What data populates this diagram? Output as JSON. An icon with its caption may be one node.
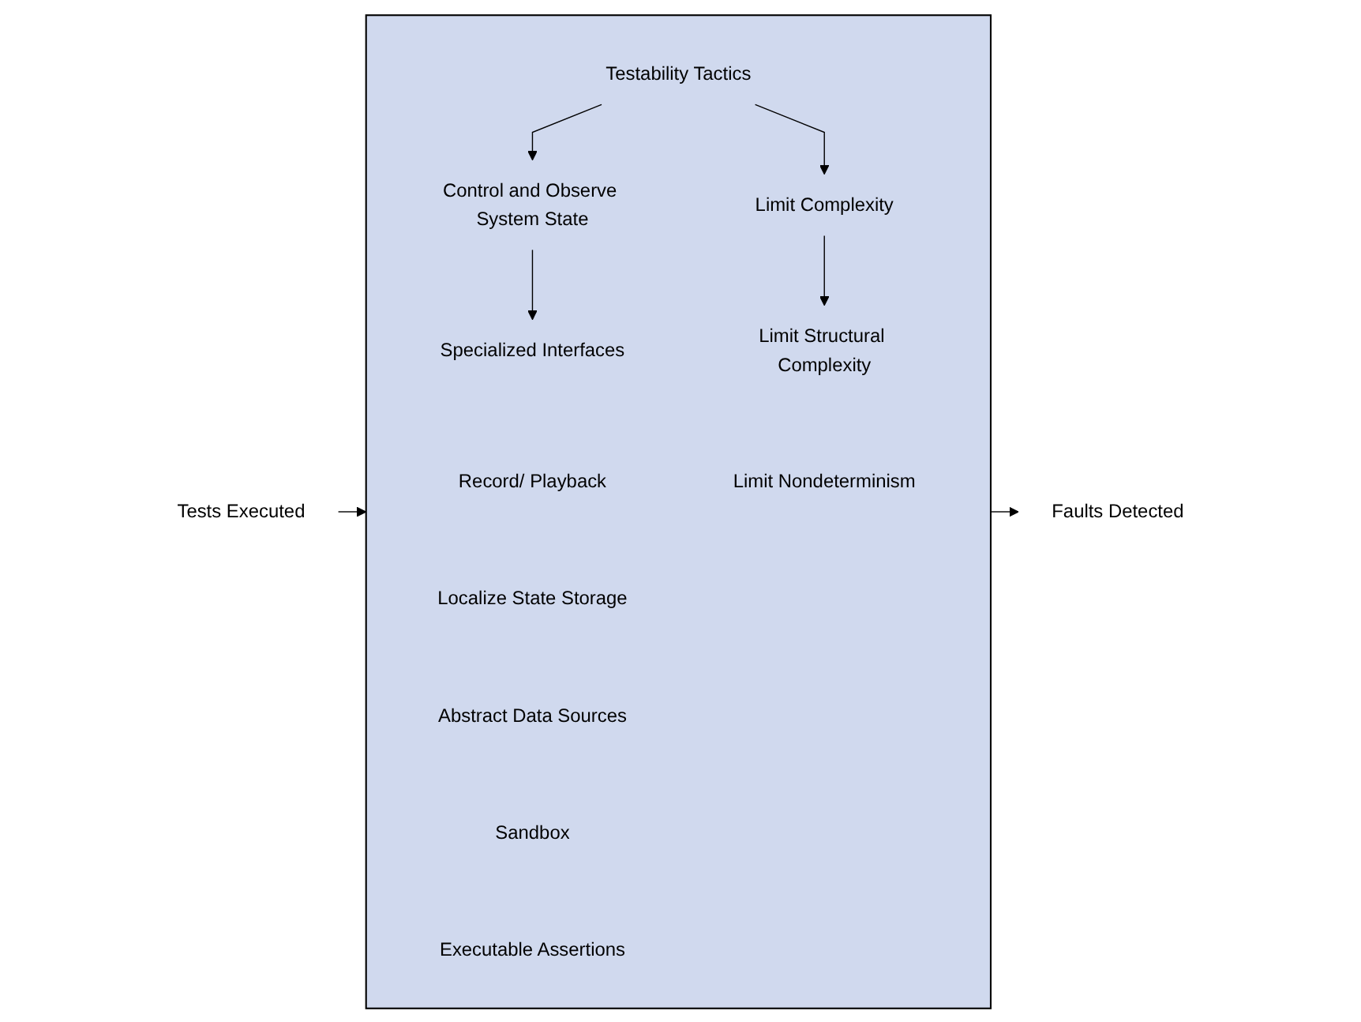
{
  "diagram": {
    "nodes": [
      {
        "text": [
          "Tests Executed"
        ]
      },
      {
        "text": [],
        "shape": "box"
      },
      {
        "text": [
          "Testability Tactics"
        ],
        "in": 1
      },
      {
        "text": [
          "Control and Observe System State"
        ],
        "in": 1
      },
      {
        "text": [
          "Limit Complexity"
        ],
        "in": 1
      },
      {
        "text": [
          "Specialized Interfaces"
        ],
        "in": 1
      },
      {
        "text": [
          "Record/ Playback"
        ],
        "in": 1
      },
      {
        "text": [
          "Localize State Storage"
        ],
        "in": 1
      },
      {
        "text": [
          "Abstract Data Sources"
        ],
        "in": 1
      },
      {
        "text": [
          "Sandbox"
        ],
        "in": 1
      },
      {
        "text": [
          "Executable Assertions"
        ],
        "in": 1
      },
      {
        "text": [
          "Limit Structural Complexity"
        ],
        "in": 1
      },
      {
        "text": [
          "Limit Nondeterminism"
        ],
        "in": 1
      },
      {
        "text": [
          "Faults Detected"
        ]
      }
    ],
    "edges": [
      {
        "from": 0,
        "to": 1,
        "arrow": "to"
      },
      {
        "from": 2,
        "to": 3,
        "arrow": "to"
      },
      {
        "from": 2,
        "to": 4,
        "arrow": "to"
      },
      {
        "from": 3,
        "to": 5,
        "arrow": "to"
      },
      {
        "from": 4,
        "to": 11,
        "arrow": "to"
      },
      {
        "from": 1,
        "to": 13,
        "arrow": "to"
      }
    ]
  }
}
